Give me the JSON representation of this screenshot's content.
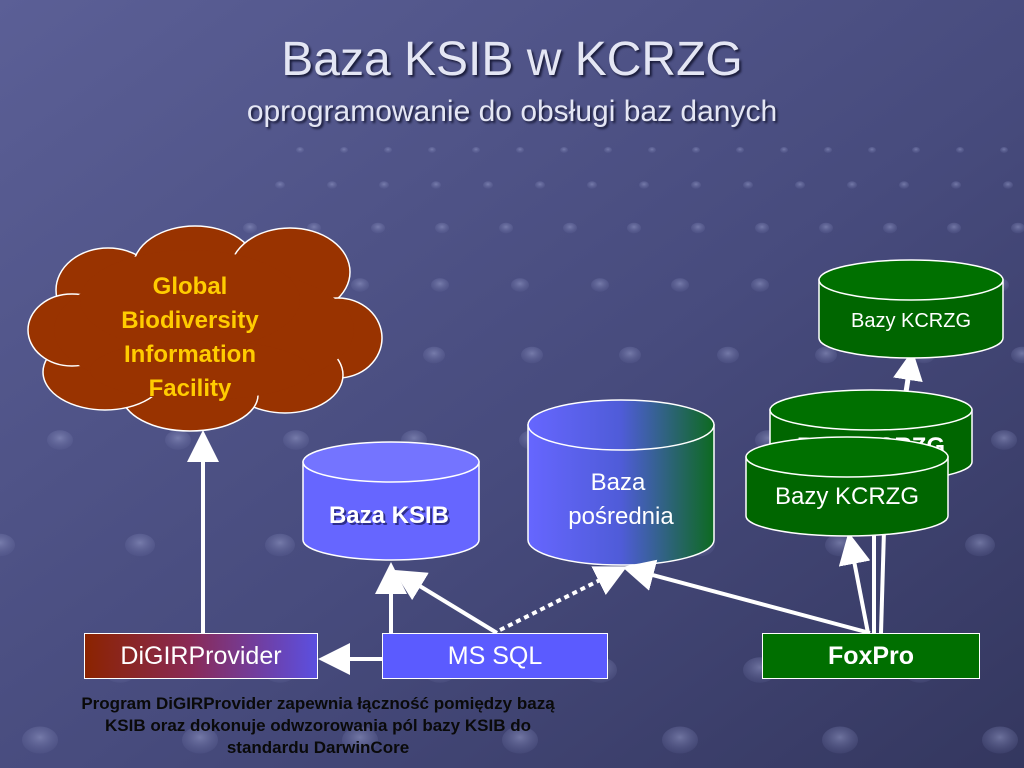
{
  "title": "Baza KSIB w KCRZG",
  "subtitle": "oprogramowanie do obsługi baz danych",
  "cloud_lines": [
    "Global",
    "Biodiversity",
    "Information",
    "Facility"
  ],
  "db_ksib": "Baza KSIB",
  "db_posrednia_lines": [
    "Baza",
    "pośrednia"
  ],
  "db_kcrzg_top": "Bazy KCRZG",
  "db_kcrzg_middle": "Bazy KCRZG",
  "db_kcrzg_front": "Bazy KCRZG",
  "box_digir": "DiGIRProvider",
  "box_mssql": "MS SQL",
  "box_foxpro": "FoxPro",
  "caption_lines": [
    "Program DiGIRProvider zapewnia łączność pomiędzy bazą",
    "KSIB oraz dokonuje odwzorowania pól bazy KSIB do",
    "standardu DarwinCore"
  ],
  "colors": {
    "background": "#4a4f82",
    "cloud_fill": "#993300",
    "cloud_text": "#ffcc00",
    "ksib_fill": "#6666ff",
    "kcrzg_fill": "#006600",
    "mssql_fill": "#5b5bff",
    "foxpro_fill": "#006f00",
    "arrow": "#ffffff"
  }
}
